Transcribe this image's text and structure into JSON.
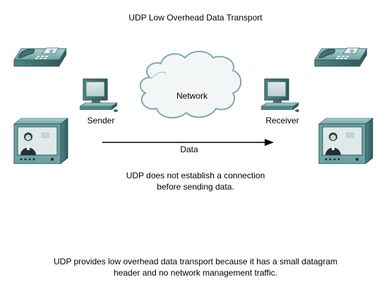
{
  "diagram": {
    "title": "UDP Low Overhead Data Transport",
    "network_label": "Network",
    "sender_label": "Sender",
    "receiver_label": "Receiver",
    "data_label": "Data",
    "note_lines": [
      "UDP does not establish a connection",
      "before sending data."
    ],
    "footer_lines": [
      "UDP provides low overhead data transport because it has a small datagram",
      "header and no network management traffic."
    ],
    "ip_phone_text": "IP",
    "colors": {
      "device_teal": "#7fb3b3",
      "device_dark": "#3f6f70",
      "cloud_fill": "#f3f6f6",
      "cloud_stroke": "#7fa8a8",
      "arrow": "#000000"
    }
  }
}
